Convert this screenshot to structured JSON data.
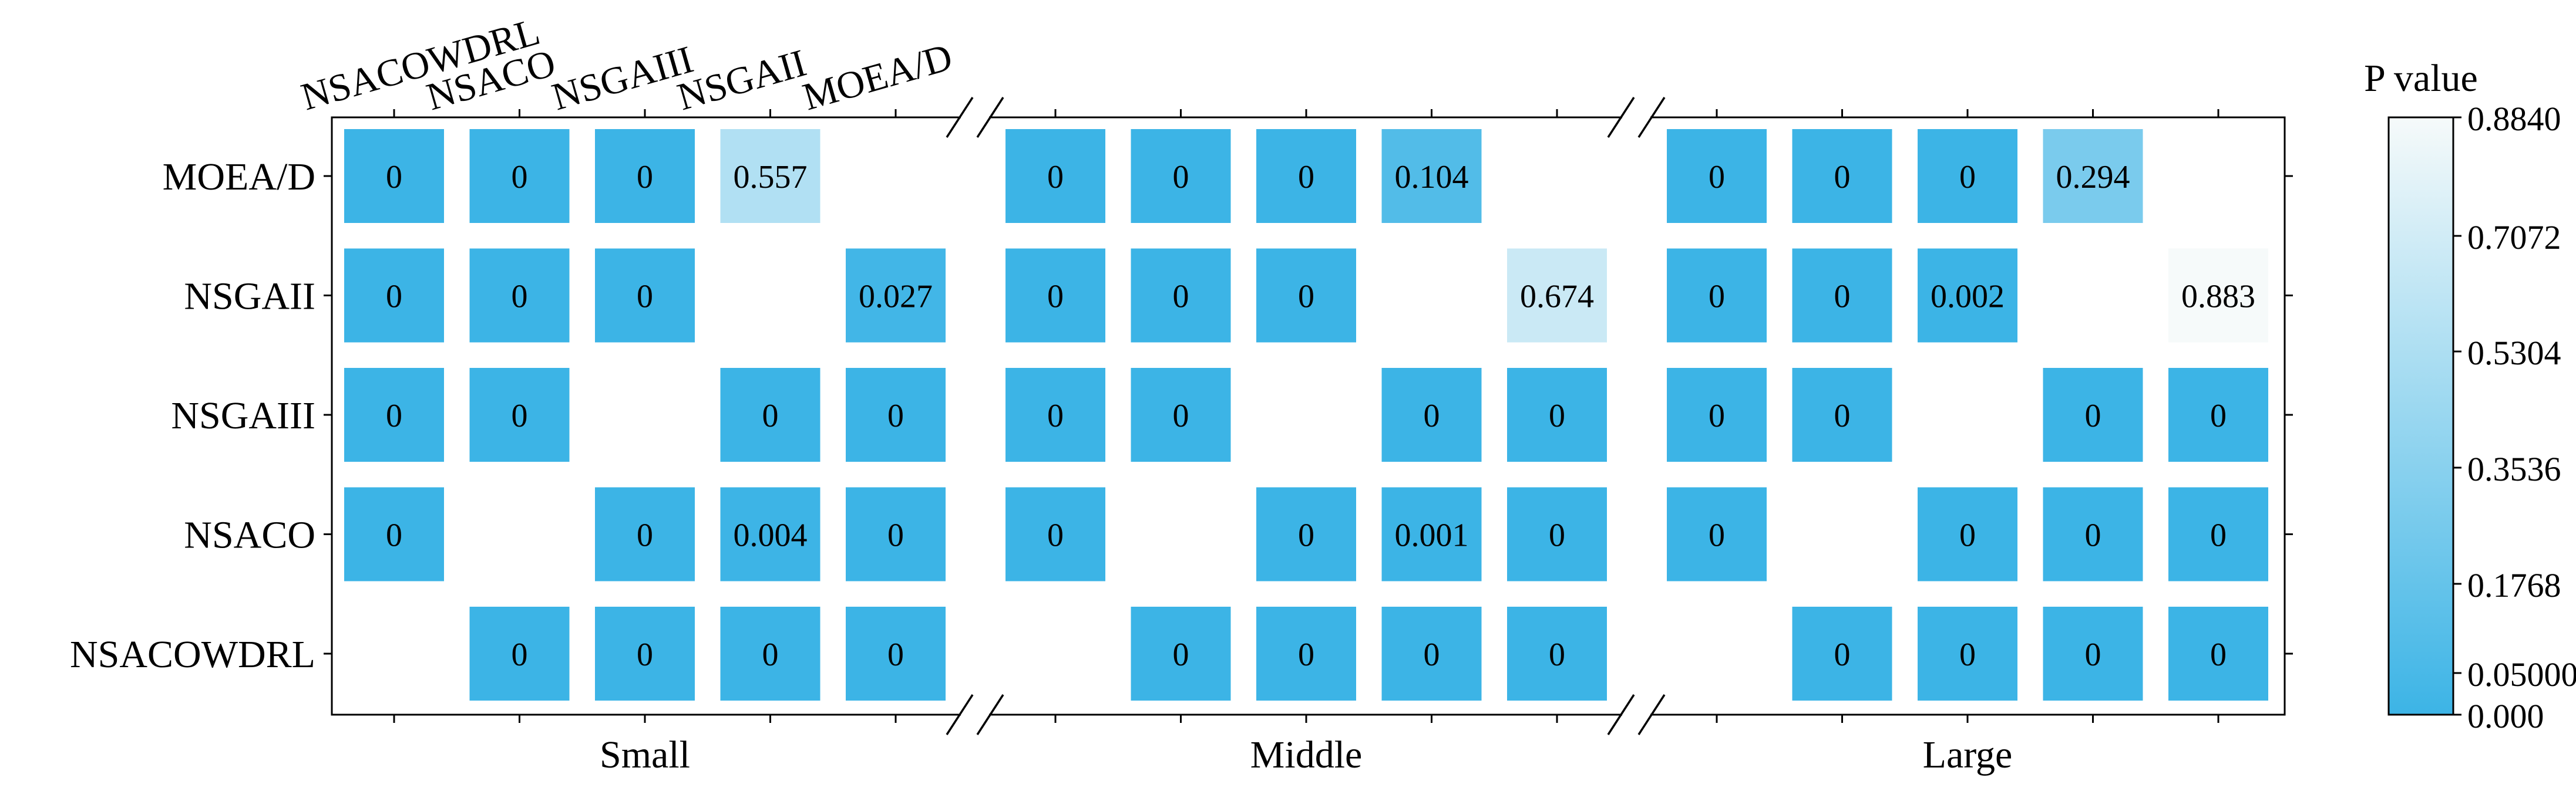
{
  "chart_data": {
    "type": "heatmap",
    "methods": [
      "MOEA/D",
      "NSGAII",
      "NSGAIII",
      "NSACO",
      "NSACOWDRL"
    ],
    "column_labels": [
      "NSACOWDRL",
      "NSACO",
      "NSGAIII",
      "NSGAII",
      "MOEA/D"
    ],
    "groups": [
      {
        "label": "Small",
        "cells": [
          [
            "0",
            "0",
            "0",
            "0.557",
            null
          ],
          [
            "0",
            "0",
            "0",
            null,
            "0.027"
          ],
          [
            "0",
            "0",
            null,
            "0",
            "0"
          ],
          [
            "0",
            null,
            "0",
            "0.004",
            "0"
          ],
          [
            null,
            "0",
            "0",
            "0",
            "0"
          ]
        ]
      },
      {
        "label": "Middle",
        "cells": [
          [
            "0",
            "0",
            "0",
            "0.104",
            null
          ],
          [
            "0",
            "0",
            "0",
            null,
            "0.674"
          ],
          [
            "0",
            "0",
            null,
            "0",
            "0"
          ],
          [
            "0",
            null,
            "0",
            "0.001",
            "0"
          ],
          [
            null,
            "0",
            "0",
            "0",
            "0"
          ]
        ]
      },
      {
        "label": "Large",
        "cells": [
          [
            "0",
            "0",
            "0",
            "0.294",
            null
          ],
          [
            "0",
            "0",
            "0.002",
            null,
            "0.883"
          ],
          [
            "0",
            "0",
            null,
            "0",
            "0"
          ],
          [
            "0",
            null,
            "0",
            "0",
            "0"
          ],
          [
            null,
            "0",
            "0",
            "0",
            "0"
          ]
        ]
      }
    ],
    "colorbar": {
      "label": "P value",
      "ticks": [
        "0.000",
        "0.05000",
        "0.1768",
        "0.3536",
        "0.5304",
        "0.7072",
        "0.8840"
      ],
      "range": [
        0,
        0.884
      ],
      "color_low": "#3cb4e6",
      "color_high": "#f6fafa"
    },
    "grid": false
  }
}
